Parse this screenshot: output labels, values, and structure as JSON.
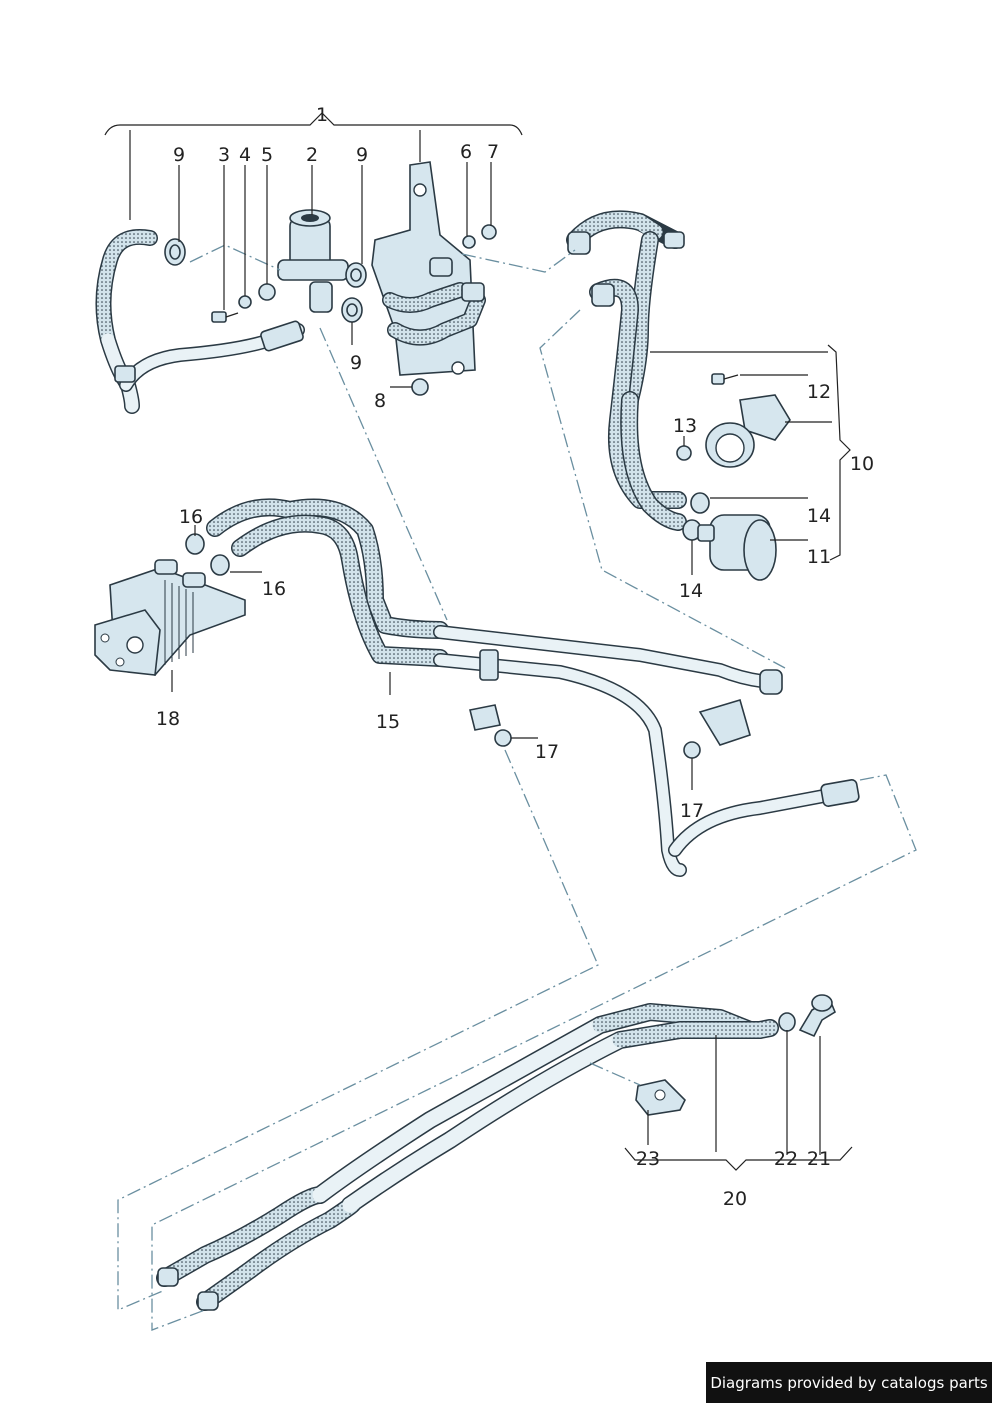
{
  "diagram": {
    "labels": {
      "l1": "1",
      "l2": "2",
      "l3": "3",
      "l4": "4",
      "l5": "5",
      "l6": "6",
      "l7": "7",
      "l8": "8",
      "l9a": "9",
      "l9b": "9",
      "l9c": "9",
      "l10": "10",
      "l11": "11",
      "l12": "12",
      "l13": "13",
      "l14a": "14",
      "l14b": "14",
      "l15": "15",
      "l16a": "16",
      "l16b": "16",
      "l17a": "17",
      "l17b": "17",
      "l18": "18",
      "l20": "20",
      "l21": "21",
      "l22": "22",
      "l23": "23"
    }
  },
  "watermark": "Diagrams provided by catalogs parts",
  "colors": {
    "part_fill": "#d6e6ee",
    "outline": "#2b3a44",
    "dash_line": "#6a8fa0",
    "watermark_bg": "#111111"
  }
}
